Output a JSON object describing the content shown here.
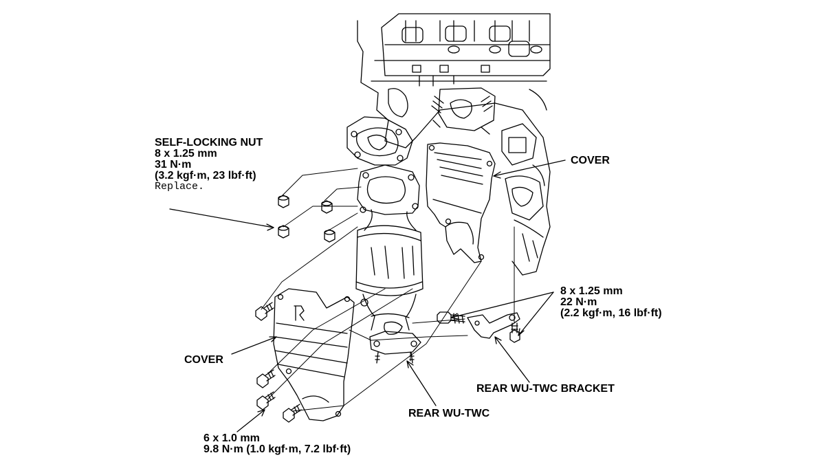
{
  "labels": {
    "self_locking_nut": {
      "title": "SELF-LOCKING NUT",
      "size": "8 x 1.25 mm",
      "torque": "31 N·m",
      "torque_alt": "(3.2 kgf·m, 23 lbf·ft)",
      "note": "Replace."
    },
    "cover_upper": "COVER",
    "cover_lower": "COVER",
    "bolt_8x125": {
      "size": "8 x 1.25 mm",
      "torque": "22 N·m",
      "torque_alt": "(2.2 kgf·m, 16 lbf·ft)"
    },
    "rear_bracket": "REAR WU-TWC BRACKET",
    "rear_twc": "REAR WU-TWC",
    "bolt_6x10": {
      "size": "6 x 1.0 mm",
      "torque": "9.8 N·m (1.0 kgf·m, 7.2 lbf·ft)"
    }
  },
  "colors": {
    "line": "#000000",
    "background": "#ffffff"
  }
}
